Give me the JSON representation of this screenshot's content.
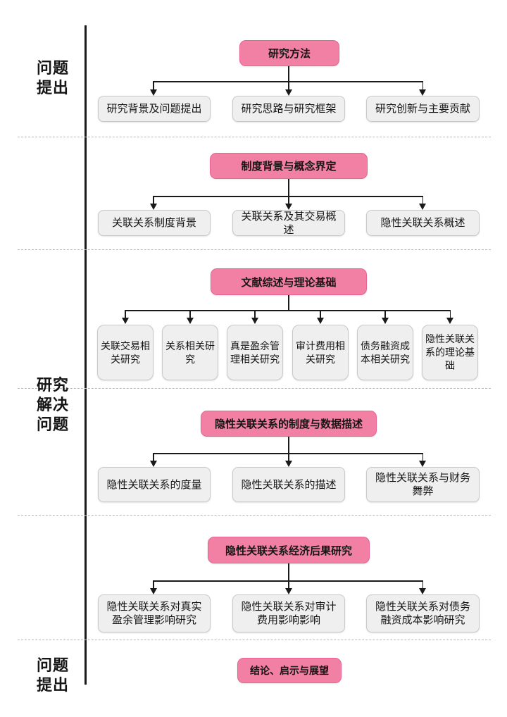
{
  "colors": {
    "header_fill": "#F280A5",
    "header_border": "#E66394",
    "node_fill": "#EFEFEF",
    "node_border": "#C9C9C9",
    "line": "#1A1A1A",
    "divider": "#B9B9B9",
    "background": "#FFFFFF",
    "text": "#111111"
  },
  "phase_labels": {
    "top": [
      "问题",
      "提出"
    ],
    "middle": [
      "研究",
      "解决",
      "问题"
    ],
    "bottom": [
      "问题",
      "提出"
    ]
  },
  "sections": [
    {
      "header": "研究方法",
      "children": [
        "研究背景及问题提出",
        "研究思路与研究框架",
        "研究创新与主要贡献"
      ]
    },
    {
      "header": "制度背景与概念界定",
      "children": [
        "关联关系制度背景",
        "关联关系及其交易概述",
        "隐性关联关系概述"
      ]
    },
    {
      "header": "文献综述与理论基础",
      "children": [
        "关联交易相关研究",
        "关系相关研究",
        "真是盈余管理相关研究",
        "审计费用相关研究",
        "债务融资成本相关研究",
        "隐性关联关系的理论基础"
      ]
    },
    {
      "header": "隐性关联关系的制度与数据描述",
      "children": [
        "隐性关联关系的度量",
        "隐性关联关系的描述",
        "隐性关联关系与财务舞弊"
      ]
    },
    {
      "header": "隐性关联关系经济后果研究",
      "children": [
        "隐性关联关系对真实盈余管理影响研究",
        "隐性关联关系对审计费用影响影响",
        "隐性关联关系对债务融资成本影响研究"
      ]
    },
    {
      "header": "结论、启示与展望",
      "children": []
    }
  ]
}
